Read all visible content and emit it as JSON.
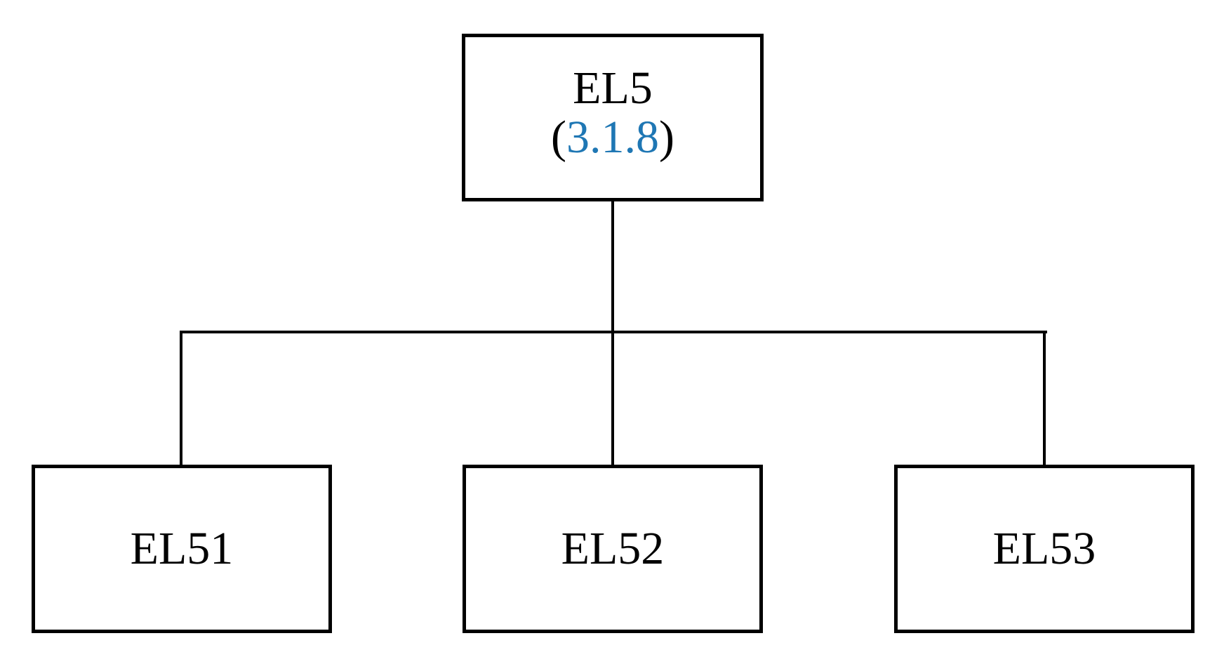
{
  "figure": {
    "background": "#ffffff",
    "line_color": "#000000",
    "link_color": "#1f77b4"
  },
  "root": {
    "label": "EL5",
    "reference": {
      "open": "(",
      "value": "3.1.8",
      "close": ")"
    }
  },
  "children": [
    {
      "label": "EL51"
    },
    {
      "label": "EL52"
    },
    {
      "label": "EL53"
    }
  ]
}
